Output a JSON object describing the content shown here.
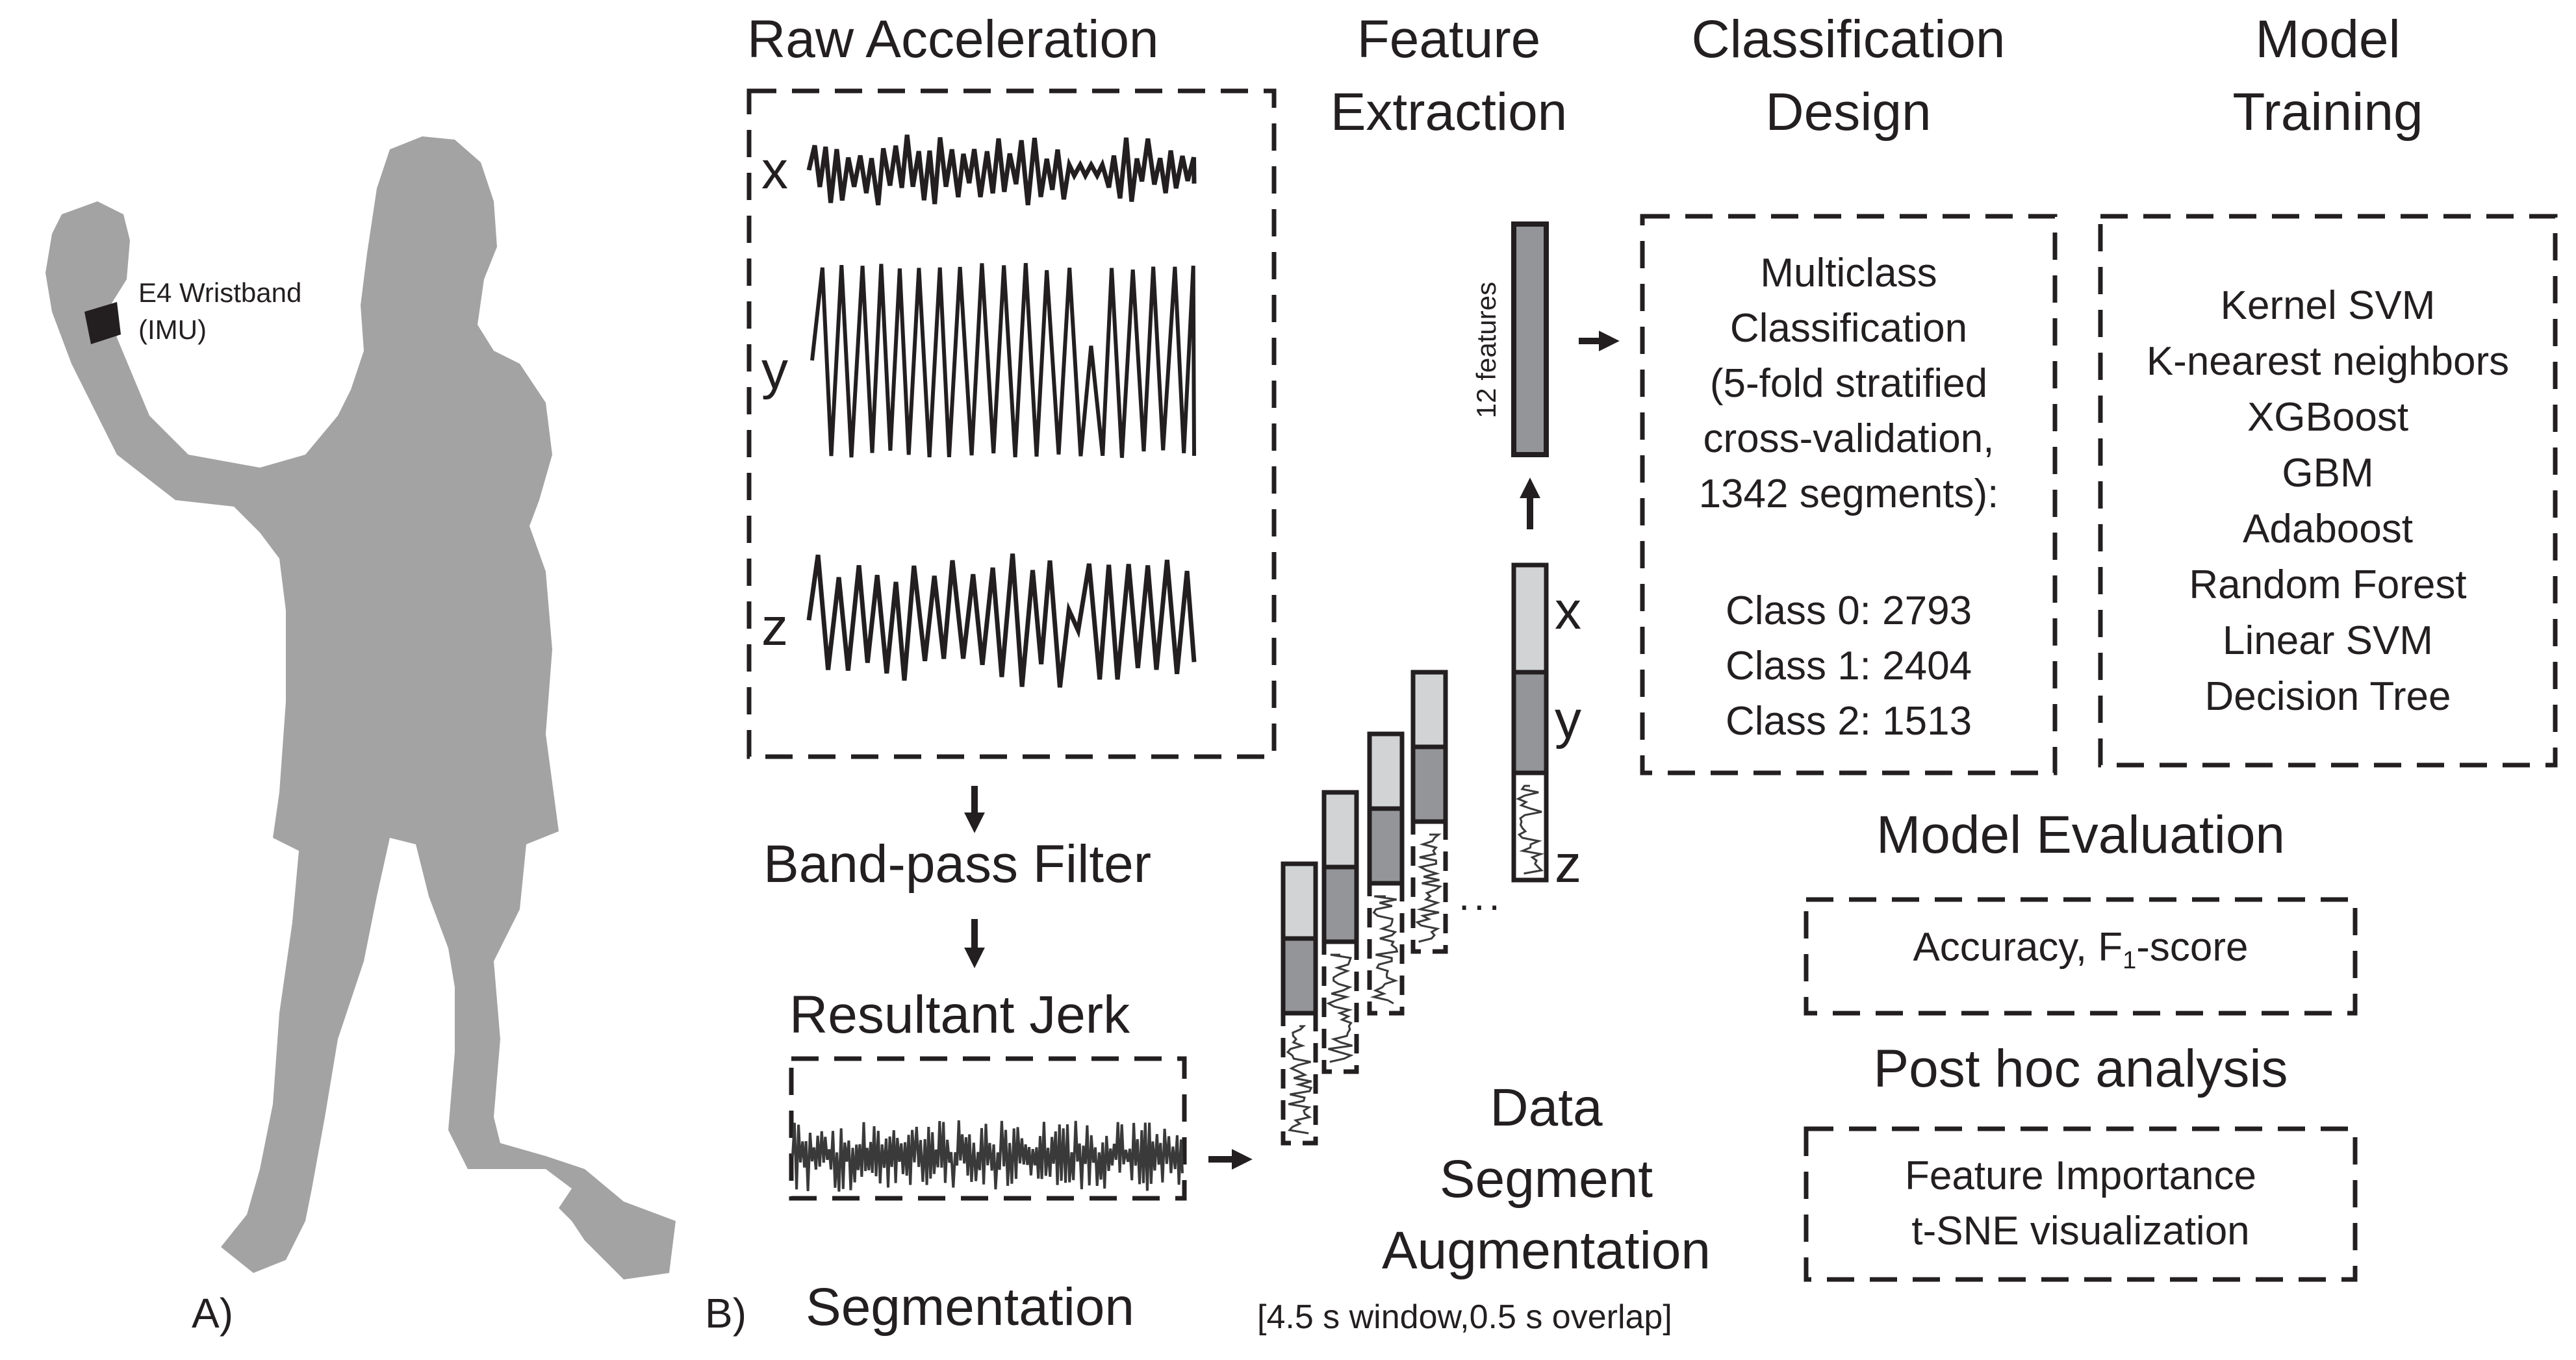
{
  "panel_a": {
    "label": "A)",
    "device_label_line1": "E4 Wristband",
    "device_label_line2": "(IMU)"
  },
  "panel_b": {
    "label": "B)",
    "raw_acceleration": {
      "title": "Raw Acceleration",
      "axes": [
        "x",
        "y",
        "z"
      ]
    },
    "band_pass_filter": "Band-pass Filter",
    "resultant_jerk": "Resultant Jerk",
    "segmentation": "Segmentation",
    "data_segment_augmentation": {
      "line1": "Data",
      "line2": "Segment",
      "line3": "Augmentation",
      "note": "[4.5 s window,0.5 s overlap]"
    },
    "feature_extraction": {
      "title_line1": "Feature",
      "title_line2": "Extraction",
      "features_label": "12 features",
      "channel_labels": [
        "x",
        "y",
        "z"
      ],
      "ellipsis": "..."
    },
    "classification_design": {
      "title_line1": "Classification",
      "title_line2": "Design",
      "lines": [
        "Multiclass",
        "Classification",
        "(5-fold stratified",
        "cross-validation,",
        "1342 segments):"
      ],
      "classes": [
        "Class 0: 2793",
        "Class 1: 2404",
        "Class 2: 1513"
      ]
    },
    "model_training": {
      "title_line1": "Model",
      "title_line2": "Training",
      "models": [
        "Kernel SVM",
        "K-nearest neighbors",
        "XGBoost",
        "GBM",
        "Adaboost",
        "Random Forest",
        "Linear SVM",
        "Decision Tree"
      ]
    },
    "model_evaluation": {
      "title": "Model Evaluation",
      "metrics_prefix": "Accuracy, F",
      "metrics_subscript": "1",
      "metrics_suffix": "-score"
    },
    "post_hoc": {
      "title": "Post hoc analysis",
      "items": [
        "Feature Importance",
        "t-SNE visualization"
      ]
    }
  },
  "colors": {
    "silhouette": "#a3a3a3",
    "wristband": "#231f20",
    "ink": "#231f20",
    "bar_light": "#d1d3d4",
    "bar_mid": "#939598",
    "signal": "#3a3a3a"
  }
}
